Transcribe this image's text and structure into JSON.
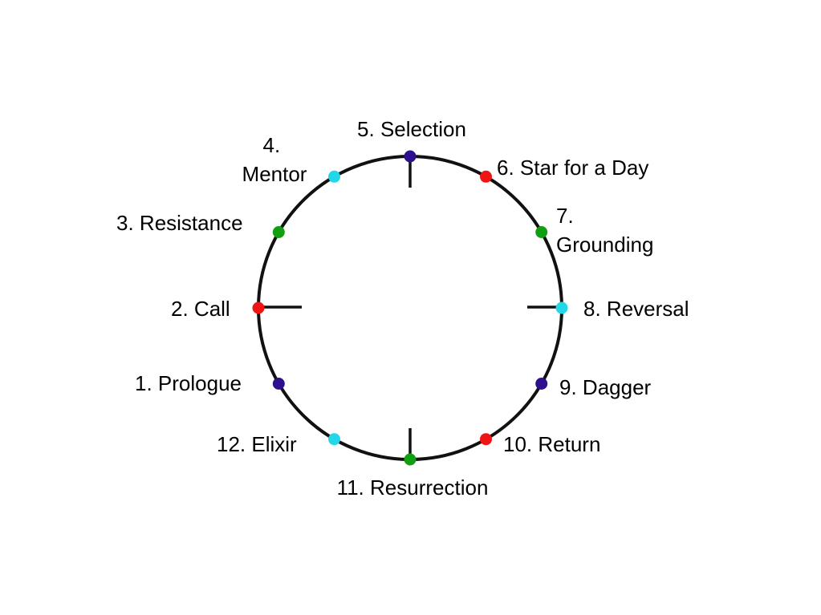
{
  "colors": {
    "ring": "#111111",
    "purple": "#2e0f8c",
    "red": "#f01414",
    "green": "#129e12",
    "cyan": "#22d8e8"
  },
  "stages": [
    {
      "number": "1.",
      "name": "Prologue",
      "color": "purple"
    },
    {
      "number": "2.",
      "name": "Call",
      "color": "red"
    },
    {
      "number": "3.",
      "name": "Resistance",
      "color": "green"
    },
    {
      "number": "4.",
      "name": "Mentor",
      "color": "cyan"
    },
    {
      "number": "5.",
      "name": "Selection",
      "color": "purple"
    },
    {
      "number": "6.",
      "name": "Star for a Day",
      "color": "red"
    },
    {
      "number": "7.",
      "name": "Grounding",
      "color": "green"
    },
    {
      "number": "8.",
      "name": "Reversal",
      "color": "cyan"
    },
    {
      "number": "9.",
      "name": "Dagger",
      "color": "purple"
    },
    {
      "number": "10.",
      "name": "Return",
      "color": "red"
    },
    {
      "number": "11.",
      "name": "Resurrection",
      "color": "green"
    },
    {
      "number": "12.",
      "name": "Elixir",
      "color": "cyan"
    }
  ]
}
